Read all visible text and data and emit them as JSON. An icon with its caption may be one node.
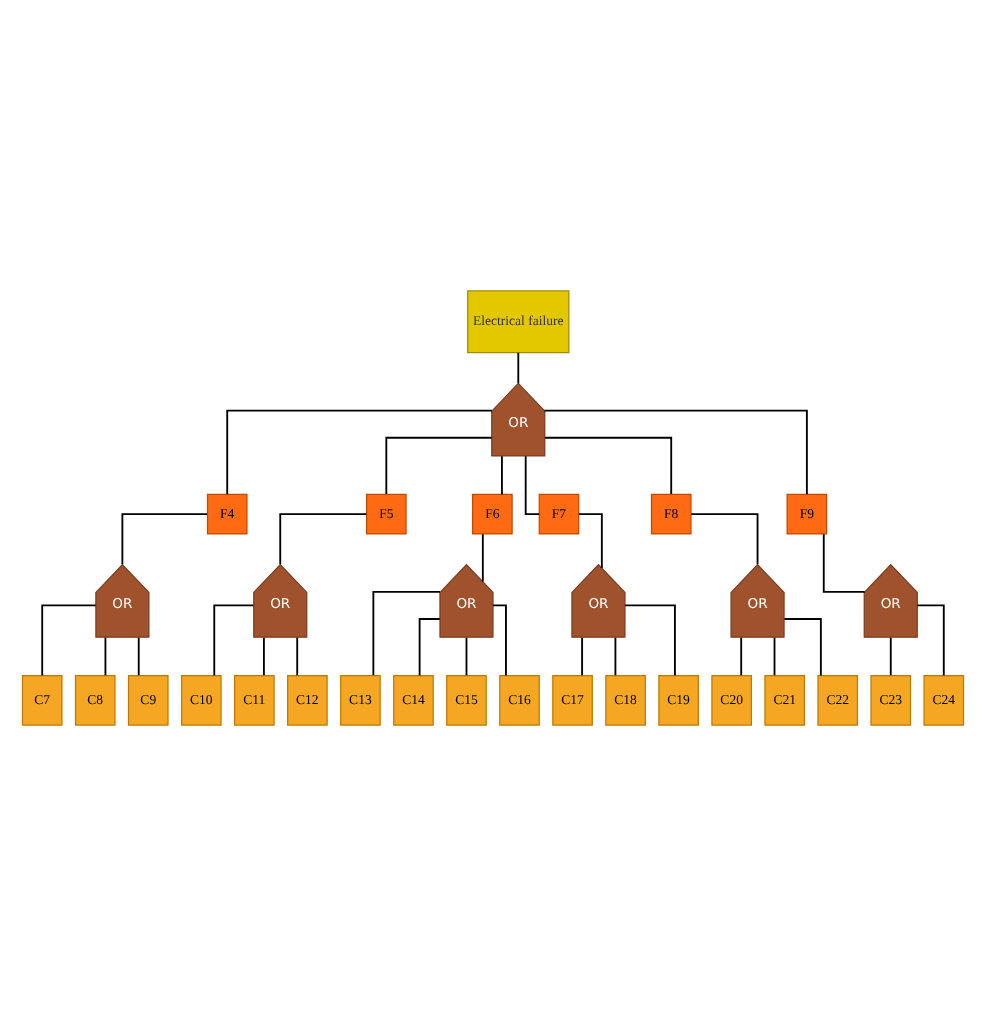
{
  "diagram": {
    "nodes": [
      {
        "text": [
          "Electrical failure"
        ]
      },
      {
        "text": [
          "OR"
        ]
      },
      {
        "text": [
          "F4"
        ]
      },
      {
        "text": [
          "F5"
        ]
      },
      {
        "text": [
          "F6"
        ]
      },
      {
        "text": [
          "F7"
        ]
      },
      {
        "text": [
          "F8"
        ]
      },
      {
        "text": [
          "F9"
        ]
      },
      {
        "text": [
          "OR"
        ]
      },
      {
        "text": [
          "OR"
        ]
      },
      {
        "text": [
          "OR"
        ]
      },
      {
        "text": [
          "OR"
        ]
      },
      {
        "text": [
          "OR"
        ]
      },
      {
        "text": [
          "OR"
        ]
      },
      {
        "text": [
          "C7"
        ]
      },
      {
        "text": [
          "C8"
        ]
      },
      {
        "text": [
          "C9"
        ]
      },
      {
        "text": [
          "C10"
        ]
      },
      {
        "text": [
          "C11"
        ]
      },
      {
        "text": [
          "C12"
        ]
      },
      {
        "text": [
          "C13"
        ]
      },
      {
        "text": [
          "C14"
        ]
      },
      {
        "text": [
          "C15"
        ]
      },
      {
        "text": [
          "C16"
        ]
      },
      {
        "text": [
          "C17"
        ]
      },
      {
        "text": [
          "C18"
        ]
      },
      {
        "text": [
          "C19"
        ]
      },
      {
        "text": [
          "C20"
        ]
      },
      {
        "text": [
          "C21"
        ]
      },
      {
        "text": [
          "C22"
        ]
      },
      {
        "text": [
          "C23"
        ]
      },
      {
        "text": [
          "C24"
        ]
      }
    ],
    "edges": [
      {
        "from": 0,
        "to": 1,
        "arrow": "none"
      },
      {
        "from": 1,
        "to": 2,
        "arrow": "none"
      },
      {
        "from": 1,
        "to": 3,
        "arrow": "none"
      },
      {
        "from": 1,
        "to": 4,
        "arrow": "none"
      },
      {
        "from": 1,
        "to": 5,
        "arrow": "none"
      },
      {
        "from": 1,
        "to": 6,
        "arrow": "none"
      },
      {
        "from": 1,
        "to": 7,
        "arrow": "none"
      },
      {
        "from": 2,
        "to": 8,
        "arrow": "none"
      },
      {
        "from": 3,
        "to": 9,
        "arrow": "none"
      },
      {
        "from": 4,
        "to": 10,
        "arrow": "none"
      },
      {
        "from": 5,
        "to": 11,
        "arrow": "none"
      },
      {
        "from": 6,
        "to": 12,
        "arrow": "none"
      },
      {
        "from": 7,
        "to": 13,
        "arrow": "none"
      },
      {
        "from": 8,
        "to": 14,
        "arrow": "none"
      },
      {
        "from": 8,
        "to": 15,
        "arrow": "none"
      },
      {
        "from": 8,
        "to": 16,
        "arrow": "none"
      },
      {
        "from": 9,
        "to": 17,
        "arrow": "none"
      },
      {
        "from": 9,
        "to": 18,
        "arrow": "none"
      },
      {
        "from": 9,
        "to": 19,
        "arrow": "none"
      },
      {
        "from": 10,
        "to": 20,
        "arrow": "none"
      },
      {
        "from": 10,
        "to": 21,
        "arrow": "none"
      },
      {
        "from": 10,
        "to": 22,
        "arrow": "none"
      },
      {
        "from": 10,
        "to": 23,
        "arrow": "none"
      },
      {
        "from": 11,
        "to": 24,
        "arrow": "none"
      },
      {
        "from": 11,
        "to": 25,
        "arrow": "none"
      },
      {
        "from": 11,
        "to": 26,
        "arrow": "none"
      },
      {
        "from": 12,
        "to": 27,
        "arrow": "none"
      },
      {
        "from": 12,
        "to": 28,
        "arrow": "none"
      },
      {
        "from": 12,
        "to": 29,
        "arrow": "none"
      },
      {
        "from": 13,
        "to": 30,
        "arrow": "none"
      },
      {
        "from": 13,
        "to": 31,
        "arrow": "none"
      }
    ]
  }
}
